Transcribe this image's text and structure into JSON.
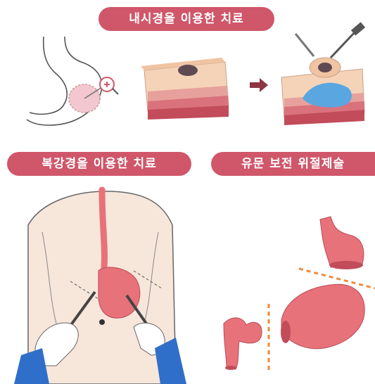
{
  "sections": {
    "endoscopic": {
      "title": "내시경을 이용한 치료"
    },
    "laparoscopic": {
      "title": "복강경을 이용한 치료"
    },
    "pylorus_preserving": {
      "title": "유문 보전 위절제술"
    }
  },
  "colors": {
    "pill": "#d0566a",
    "stomach": "#e8727a",
    "tissue": "#f3c9a8",
    "fluid": "#5aa6e0",
    "glove": "#2f6fc9"
  }
}
